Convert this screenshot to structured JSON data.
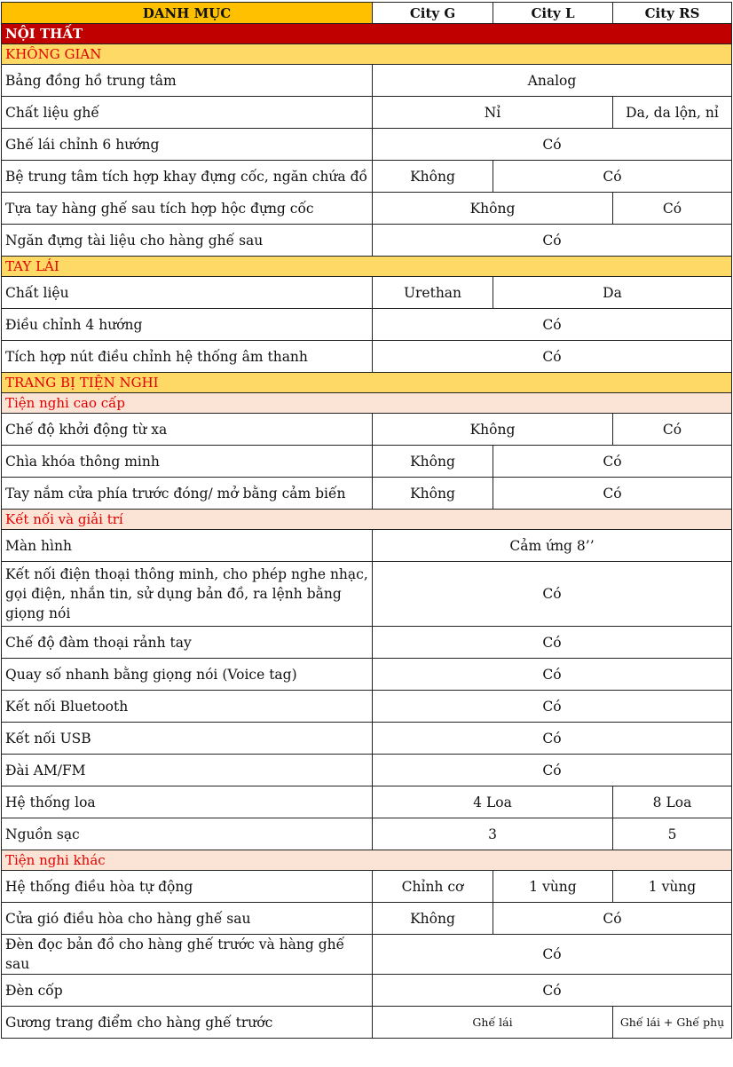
{
  "header": {
    "category": "DANH MỤC",
    "col_g": "City G",
    "col_l": "City L",
    "col_rs": "City RS"
  },
  "section": {
    "title": "NỘI THẤT"
  },
  "groups": {
    "khong_gian": "KHÔNG GIAN",
    "tay_lai": "TAY LÁI",
    "trang_bi": "TRANG BỊ TIỆN NGHI"
  },
  "subgroups": {
    "cao_cap": "Tiện nghi cao cấp",
    "ket_noi": "Kết nối và giải trí",
    "khac": "Tiện nghi khác"
  },
  "rows": {
    "dong_ho": {
      "label": "Bảng đồng hồ trung tâm",
      "all": "Analog"
    },
    "chat_lieu_ghe": {
      "label": "Chất liệu ghế",
      "gl": "Nỉ",
      "rs": "Da, da lộn, nỉ"
    },
    "ghe_lai": {
      "label": "Ghế lái chỉnh 6 hướng",
      "all": "Có"
    },
    "be_trung_tam": {
      "label": "Bệ trung tâm tích hợp khay đựng cốc, ngăn chứa đồ",
      "g": "Không",
      "lrs": "Có"
    },
    "tua_tay": {
      "label": "Tựa tay hàng ghế sau tích hợp hộc đựng cốc",
      "gl": "Không",
      "rs": "Có"
    },
    "ngan_dung": {
      "label": "Ngăn đựng tài liệu cho hàng ghế sau",
      "all": "Có"
    },
    "chat_lieu": {
      "label": "Chất liệu",
      "g": "Urethan",
      "lrs": "Da"
    },
    "dieu_chinh": {
      "label": "Điều chỉnh 4 hướng",
      "all": "Có"
    },
    "nut_am_thanh": {
      "label": "Tích hợp nút điều chỉnh hệ thống âm thanh",
      "all": "Có"
    },
    "khoi_dong": {
      "label": "Chế độ khởi động từ xa",
      "gl": "Không",
      "rs": "Có"
    },
    "chia_khoa": {
      "label": "Chìa khóa thông minh",
      "g": "Không",
      "lrs": "Có"
    },
    "tay_nam": {
      "label": "Tay nắm cửa phía trước đóng/ mở bằng cảm biến",
      "g": "Không",
      "lrs": "Có"
    },
    "man_hinh": {
      "label": "Màn hình",
      "all": "Cảm ứng 8’’"
    },
    "ket_noi_dt": {
      "label": "Kết nối điện thoại thông minh, cho phép nghe nhạc, gọi điện, nhắn tin, sử dụng bản đồ, ra lệnh bằng giọng nói",
      "all": "Có"
    },
    "dam_thoai": {
      "label": "Chế độ đàm thoại rảnh tay",
      "all": "Có"
    },
    "quay_so": {
      "label": "Quay số nhanh bằng giọng nói (Voice tag)",
      "all": "Có"
    },
    "bluetooth": {
      "label": "Kết nối Bluetooth",
      "all": "Có"
    },
    "usb": {
      "label": "Kết nối USB",
      "all": "Có"
    },
    "am_fm": {
      "label": "Đài AM/FM",
      "all": "Có"
    },
    "loa": {
      "label": "Hệ thống loa",
      "gl": "4 Loa",
      "rs": "8 Loa"
    },
    "nguon_sac": {
      "label": "Nguồn sạc",
      "gl": "3",
      "rs": "5"
    },
    "dieu_hoa": {
      "label": "Hệ thống điều hòa tự động",
      "g": "Chỉnh cơ",
      "l": "1 vùng",
      "rs": "1 vùng"
    },
    "cua_gio": {
      "label": "Cửa gió điều hòa cho hàng ghế sau",
      "g": "Không",
      "lrs": "Có"
    },
    "den_doc": {
      "label": "Đèn đọc bản đồ cho hàng ghế trước và hàng ghế sau",
      "all": "Có"
    },
    "den_cop": {
      "label": "Đèn cốp",
      "all": "Có"
    },
    "guong": {
      "label": "Gương trang điểm cho hàng ghế trước",
      "gl": "Ghế lái",
      "rs": "Ghế lái + Ghế phụ"
    }
  }
}
